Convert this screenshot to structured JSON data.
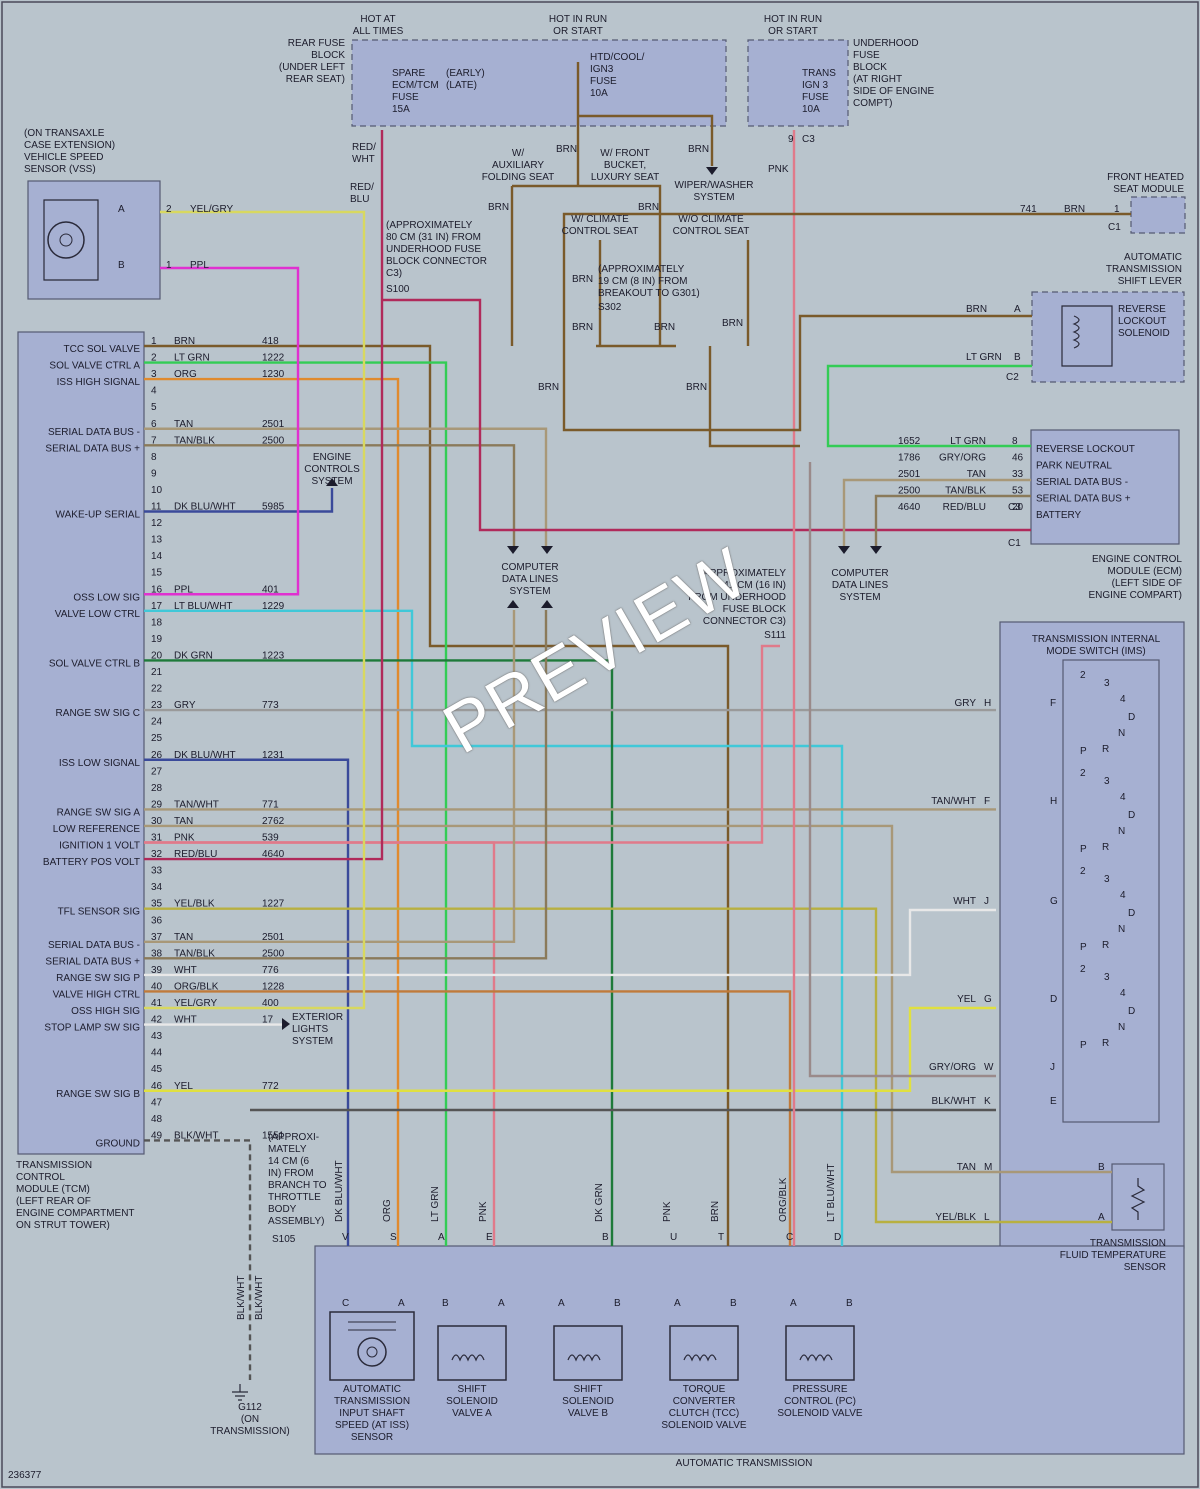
{
  "tcm": {
    "label": [
      "TRANSMISSION",
      "CONTROL",
      "MODULE (TCM)",
      "(LEFT REAR OF",
      "ENGINE COMPARTMENT",
      "ON STRUT TOWER)"
    ],
    "pins": [
      {
        "n": "1",
        "sig": "TCC SOL VALVE",
        "color": "BRN",
        "circuit": "418",
        "stroke": "#7a5a2a"
      },
      {
        "n": "2",
        "sig": "SOL VALVE CTRL A",
        "color": "LT GRN",
        "circuit": "1222",
        "stroke": "#33cc55"
      },
      {
        "n": "3",
        "sig": "ISS HIGH SIGNAL",
        "color": "ORG",
        "circuit": "1230",
        "stroke": "#e08a2e"
      },
      {
        "n": "4"
      },
      {
        "n": "5"
      },
      {
        "n": "6",
        "sig": "SERIAL DATA BUS -",
        "color": "TAN",
        "circuit": "2501",
        "stroke": "#a89878"
      },
      {
        "n": "7",
        "sig": "SERIAL DATA BUS +",
        "color": "TAN/BLK",
        "circuit": "2500",
        "stroke": "#8a7a5a"
      },
      {
        "n": "8"
      },
      {
        "n": "9"
      },
      {
        "n": "10"
      },
      {
        "n": "11",
        "sig": "WAKE-UP SERIAL",
        "color": "DK BLU/WHT",
        "circuit": "5985",
        "stroke": "#3a4a9a"
      },
      {
        "n": "12"
      },
      {
        "n": "13"
      },
      {
        "n": "14"
      },
      {
        "n": "15"
      },
      {
        "n": "16",
        "sig": "OSS LOW SIG",
        "color": "PPL",
        "circuit": "401",
        "stroke": "#e030d0"
      },
      {
        "n": "17",
        "sig": "VALVE LOW CTRL",
        "color": "LT BLU/WHT",
        "circuit": "1229",
        "stroke": "#40c8d8"
      },
      {
        "n": "18"
      },
      {
        "n": "19"
      },
      {
        "n": "20",
        "sig": "SOL VALVE CTRL B",
        "color": "DK GRN",
        "circuit": "1223",
        "stroke": "#1e7a3a"
      },
      {
        "n": "21"
      },
      {
        "n": "22"
      },
      {
        "n": "23",
        "sig": "RANGE SW SIG C",
        "color": "GRY",
        "circuit": "773",
        "stroke": "#9a9a9a"
      },
      {
        "n": "24"
      },
      {
        "n": "25"
      },
      {
        "n": "26",
        "sig": "ISS LOW SIGNAL",
        "color": "DK BLU/WHT",
        "circuit": "1231",
        "stroke": "#3a4a9a"
      },
      {
        "n": "27"
      },
      {
        "n": "28"
      },
      {
        "n": "29",
        "sig": "RANGE SW SIG A",
        "color": "TAN/WHT",
        "circuit": "771",
        "stroke": "#a89878"
      },
      {
        "n": "30",
        "sig": "LOW REFERENCE",
        "color": "TAN",
        "circuit": "2762",
        "stroke": "#a89878"
      },
      {
        "n": "31",
        "sig": "IGNITION 1 VOLT",
        "color": "PNK",
        "circuit": "539",
        "stroke": "#e07a8a"
      },
      {
        "n": "32",
        "sig": "BATTERY POS VOLT",
        "color": "RED/BLU",
        "circuit": "4640",
        "stroke": "#b02a5a"
      },
      {
        "n": "33"
      },
      {
        "n": "34"
      },
      {
        "n": "35",
        "sig": "TFL SENSOR SIG",
        "color": "YEL/BLK",
        "circuit": "1227",
        "stroke": "#b8b040"
      },
      {
        "n": "36"
      },
      {
        "n": "37",
        "sig": "SERIAL DATA BUS -",
        "color": "TAN",
        "circuit": "2501",
        "stroke": "#a89878"
      },
      {
        "n": "38",
        "sig": "SERIAL DATA BUS +",
        "color": "TAN/BLK",
        "circuit": "2500",
        "stroke": "#8a7a5a"
      },
      {
        "n": "39",
        "sig": "RANGE SW SIG P",
        "color": "WHT",
        "circuit": "776",
        "stroke": "#e8e8e8"
      },
      {
        "n": "40",
        "sig": "VALVE HIGH CTRL",
        "color": "ORG/BLK",
        "circuit": "1228",
        "stroke": "#c07a3a"
      },
      {
        "n": "41",
        "sig": "OSS HIGH SIG",
        "color": "YEL/GRY",
        "circuit": "400",
        "stroke": "#d8d860"
      },
      {
        "n": "42",
        "sig": "STOP LAMP SW SIG",
        "color": "WHT",
        "circuit": "17",
        "stroke": "#e8e8e8"
      },
      {
        "n": "43"
      },
      {
        "n": "44"
      },
      {
        "n": "45"
      },
      {
        "n": "46",
        "sig": "RANGE SW SIG B",
        "color": "YEL",
        "circuit": "772",
        "stroke": "#e0e040"
      },
      {
        "n": "47"
      },
      {
        "n": "48"
      },
      {
        "n": "49",
        "sig": "GROUND",
        "color": "BLK/WHT",
        "circuit": "1551",
        "stroke": "#555555"
      }
    ]
  },
  "vss": {
    "label": [
      "(ON TRANSAXLE",
      "CASE EXTENSION)",
      "VEHICLE SPEED",
      "SENSOR (VSS)"
    ],
    "pins": [
      {
        "n": "2",
        "term": "A",
        "color": "YEL/GRY"
      },
      {
        "n": "1",
        "term": "B",
        "color": "PPL"
      }
    ]
  },
  "fuse": {
    "hot_all": [
      "HOT AT",
      "ALL TIMES"
    ],
    "hot_run1": [
      "HOT IN RUN",
      "OR START"
    ],
    "hot_run2": [
      "HOT IN RUN",
      "OR START"
    ],
    "rear_block": [
      "REAR FUSE",
      "BLOCK",
      "(UNDER LEFT",
      "REAR SEAT)"
    ],
    "spare": [
      "SPARE",
      "ECM/TCM",
      "FUSE",
      "15A"
    ],
    "early_late": [
      "(EARLY)",
      "(LATE)"
    ],
    "htd": [
      "HTD/COOL/",
      "IGN3",
      "FUSE",
      "10A"
    ],
    "trans": [
      "TRANS",
      "IGN 3",
      "FUSE",
      "10A"
    ],
    "underhood": [
      "UNDERHOOD",
      "FUSE",
      "BLOCK",
      "(AT RIGHT",
      "SIDE OF ENGINE",
      "COMPT)"
    ]
  },
  "notes": {
    "s100": [
      "(APPROXIMATELY",
      "80 CM (31 IN) FROM",
      "UNDERHOOD FUSE",
      "BLOCK CONNECTOR",
      "C3)"
    ],
    "s100_label": "S100",
    "s302": [
      "(APPROXIMATELY",
      "19 CM (8 IN) FROM",
      "BREAKOUT TO G301)"
    ],
    "s302_label": "S302",
    "s111": [
      "(APPROXIMATELY",
      "41 CM (16 IN)",
      "FROM UNDERHOOD",
      "FUSE BLOCK",
      "CONNECTOR C3)"
    ],
    "s111_label": "S111",
    "s105": [
      "(APPROXI-",
      "MATELY",
      "14 CM (6",
      "IN) FROM",
      "BRANCH TO",
      "THROTTLE",
      "BODY",
      "ASSEMBLY)"
    ],
    "s105_label": "S105",
    "aux_seat": [
      "W/",
      "AUXILIARY",
      "FOLDING SEAT"
    ],
    "front_seat": [
      "W/ FRONT",
      "BUCKET,",
      "LUXURY SEAT"
    ],
    "wiper": [
      "WIPER/WASHER",
      "SYSTEM"
    ],
    "climate": [
      "W/ CLIMATE",
      "CONTROL SEAT"
    ],
    "no_climate": [
      "W/O CLIMATE",
      "CONTROL SEAT"
    ],
    "engine_controls": [
      "ENGINE",
      "CONTROLS",
      "SYSTEM"
    ],
    "ext_lights": [
      "EXTERIOR",
      "LIGHTS",
      "SYSTEM"
    ],
    "cdl1": [
      "COMPUTER",
      "DATA LINES",
      "SYSTEM"
    ],
    "cdl2": [
      "COMPUTER",
      "DATA LINES",
      "SYSTEM"
    ],
    "g112": [
      "G112",
      "(ON",
      "TRANSMISSION)"
    ]
  },
  "wire_labels": {
    "red_wht": [
      "RED/",
      "WHT"
    ],
    "red_blu": [
      "RED/",
      "BLU"
    ],
    "brn": "BRN",
    "pnk": "PNK",
    "blk_wht": "BLK/WHT",
    "c3": "C3",
    "c3_pin": "9"
  },
  "heated_seat": {
    "label": [
      "FRONT HEATED",
      "SEAT MODULE"
    ],
    "circuit": "741",
    "color": "BRN",
    "pin": "1",
    "conn": "C1"
  },
  "shift_lever": {
    "label": [
      "AUTOMATIC",
      "TRANSMISSION",
      "SHIFT LEVER"
    ],
    "solenoid": [
      "REVERSE",
      "LOCKOUT",
      "SOLENOID"
    ],
    "pins": [
      {
        "color": "BRN",
        "term": "A"
      },
      {
        "color": "LT GRN",
        "term": "B"
      }
    ],
    "conn": "C2"
  },
  "ecm": {
    "label": [
      "ENGINE CONTROL",
      "MODULE (ECM)",
      "(LEFT SIDE OF",
      "ENGINE COMPART)"
    ],
    "pins": [
      {
        "circuit": "1652",
        "color": "LT GRN",
        "pin": "8",
        "sig": "REVERSE LOCKOUT"
      },
      {
        "circuit": "1786",
        "color": "GRY/ORG",
        "pin": "46",
        "sig": "PARK NEUTRAL"
      },
      {
        "circuit": "2501",
        "color": "TAN",
        "pin": "33",
        "sig": "SERIAL DATA BUS -"
      },
      {
        "circuit": "2500",
        "color": "TAN/BLK",
        "pin": "53",
        "sig": "SERIAL DATA BUS +"
      },
      {
        "circuit": "4640",
        "color": "RED/BLU",
        "pin": "20",
        "sig": "BATTERY"
      }
    ],
    "conn_c3": "C3",
    "conn_c1": "C1"
  },
  "ims": {
    "label": [
      "TRANSMISSION INTERNAL",
      "MODE SWITCH (IMS)"
    ],
    "pins": [
      {
        "color": "GRY",
        "pin": "H",
        "inner": "F"
      },
      {
        "color": "TAN/WHT",
        "pin": "F",
        "inner": "H"
      },
      {
        "color": "WHT",
        "pin": "J",
        "inner": "G"
      },
      {
        "color": "YEL",
        "pin": "G",
        "inner": "D"
      },
      {
        "color": "GRY/ORG",
        "pin": "W",
        "inner": "J"
      },
      {
        "color": "BLK/WHT",
        "pin": "K",
        "inner": "E"
      }
    ],
    "positions": [
      "P",
      "R",
      "N",
      "D",
      "2",
      "3",
      "4"
    ]
  },
  "tft": {
    "label": [
      "TRANSMISSION",
      "FLUID TEMPERATURE",
      "SENSOR"
    ],
    "pins": [
      {
        "color": "TAN",
        "pin": "M",
        "term": "B"
      },
      {
        "color": "YEL/BLK",
        "pin": "L",
        "term": "A"
      }
    ]
  },
  "trans": {
    "label": "AUTOMATIC TRANSMISSION",
    "bottom_wires": [
      {
        "color": "DK BLU/WHT",
        "pin": "V"
      },
      {
        "color": "ORG",
        "pin": "S"
      },
      {
        "color": "LT GRN",
        "pin": "A"
      },
      {
        "color": "PNK",
        "pin": "E"
      },
      {
        "color": "DK GRN",
        "pin": "B"
      },
      {
        "color": "PNK",
        "pin": "U"
      },
      {
        "color": "BRN",
        "pin": "T"
      },
      {
        "color": "ORG/BLK",
        "pin": "C"
      },
      {
        "color": "LT BLU/WHT",
        "pin": "D"
      }
    ],
    "components": [
      {
        "label": [
          "AUTOMATIC",
          "TRANSMISSION",
          "INPUT SHAFT",
          "SPEED (AT ISS)",
          "SENSOR"
        ],
        "pins": [
          "C",
          "A"
        ]
      },
      {
        "label": [
          "SHIFT",
          "SOLENOID",
          "VALVE A"
        ],
        "pins": [
          "B",
          "A"
        ]
      },
      {
        "label": [
          "SHIFT",
          "SOLENOID",
          "VALVE B"
        ],
        "pins": [
          "A",
          "B"
        ]
      },
      {
        "label": [
          "TORQUE",
          "CONVERTER",
          "CLUTCH (TCC)",
          "SOLENOID VALVE"
        ],
        "pins": [
          "A",
          "B"
        ]
      },
      {
        "label": [
          "PRESSURE",
          "CONTROL (PC)",
          "SOLENOID VALVE"
        ],
        "pins": [
          "A",
          "B"
        ]
      }
    ]
  },
  "watermark": "PREVIEW",
  "doc_number": "236377"
}
